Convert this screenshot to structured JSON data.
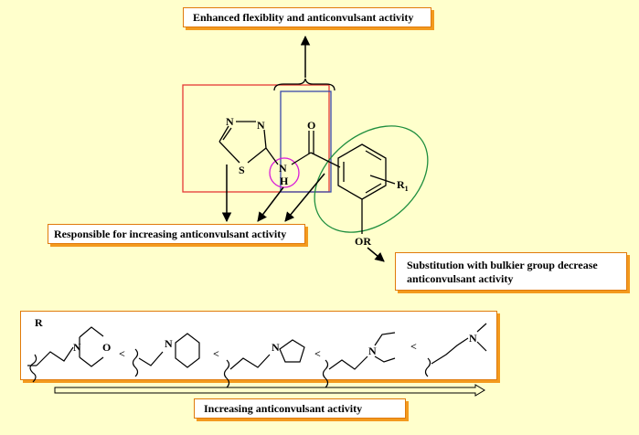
{
  "annotations": {
    "top": "Enhanced flexiblity and anticonvulsant activity",
    "responsible": "Responsible for increasing anticonvulsant activity",
    "bulkier_line1": "Substitution with bulkier group  decrease",
    "bulkier_line2": "anticonvulsant activity",
    "increasing": "Increasing anticonvulsant activity"
  },
  "molecule_labels": {
    "n1": "N",
    "n2": "N",
    "s": "S",
    "o": "O",
    "nh_n": "N",
    "nh_h": "H",
    "r1_base": "R",
    "r1_sub": "1",
    "or": "OR"
  },
  "r_series": {
    "title": "R",
    "morpholine_n": "N",
    "morpholine_o": "O",
    "piperidine_n": "N",
    "pyrrolidine_n": "N",
    "diethyl_n": "N",
    "dimethyl_n": "N",
    "lt1": "<",
    "lt2": "<",
    "lt3": "<",
    "lt4": "<"
  },
  "colors": {
    "background": "#FFFFCC",
    "box_border": "#E07A0C",
    "red_box": "#E53935",
    "blue_box": "#3949AB",
    "green_oval": "#1E8E3E",
    "magenta_circle": "#D81BD8"
  }
}
